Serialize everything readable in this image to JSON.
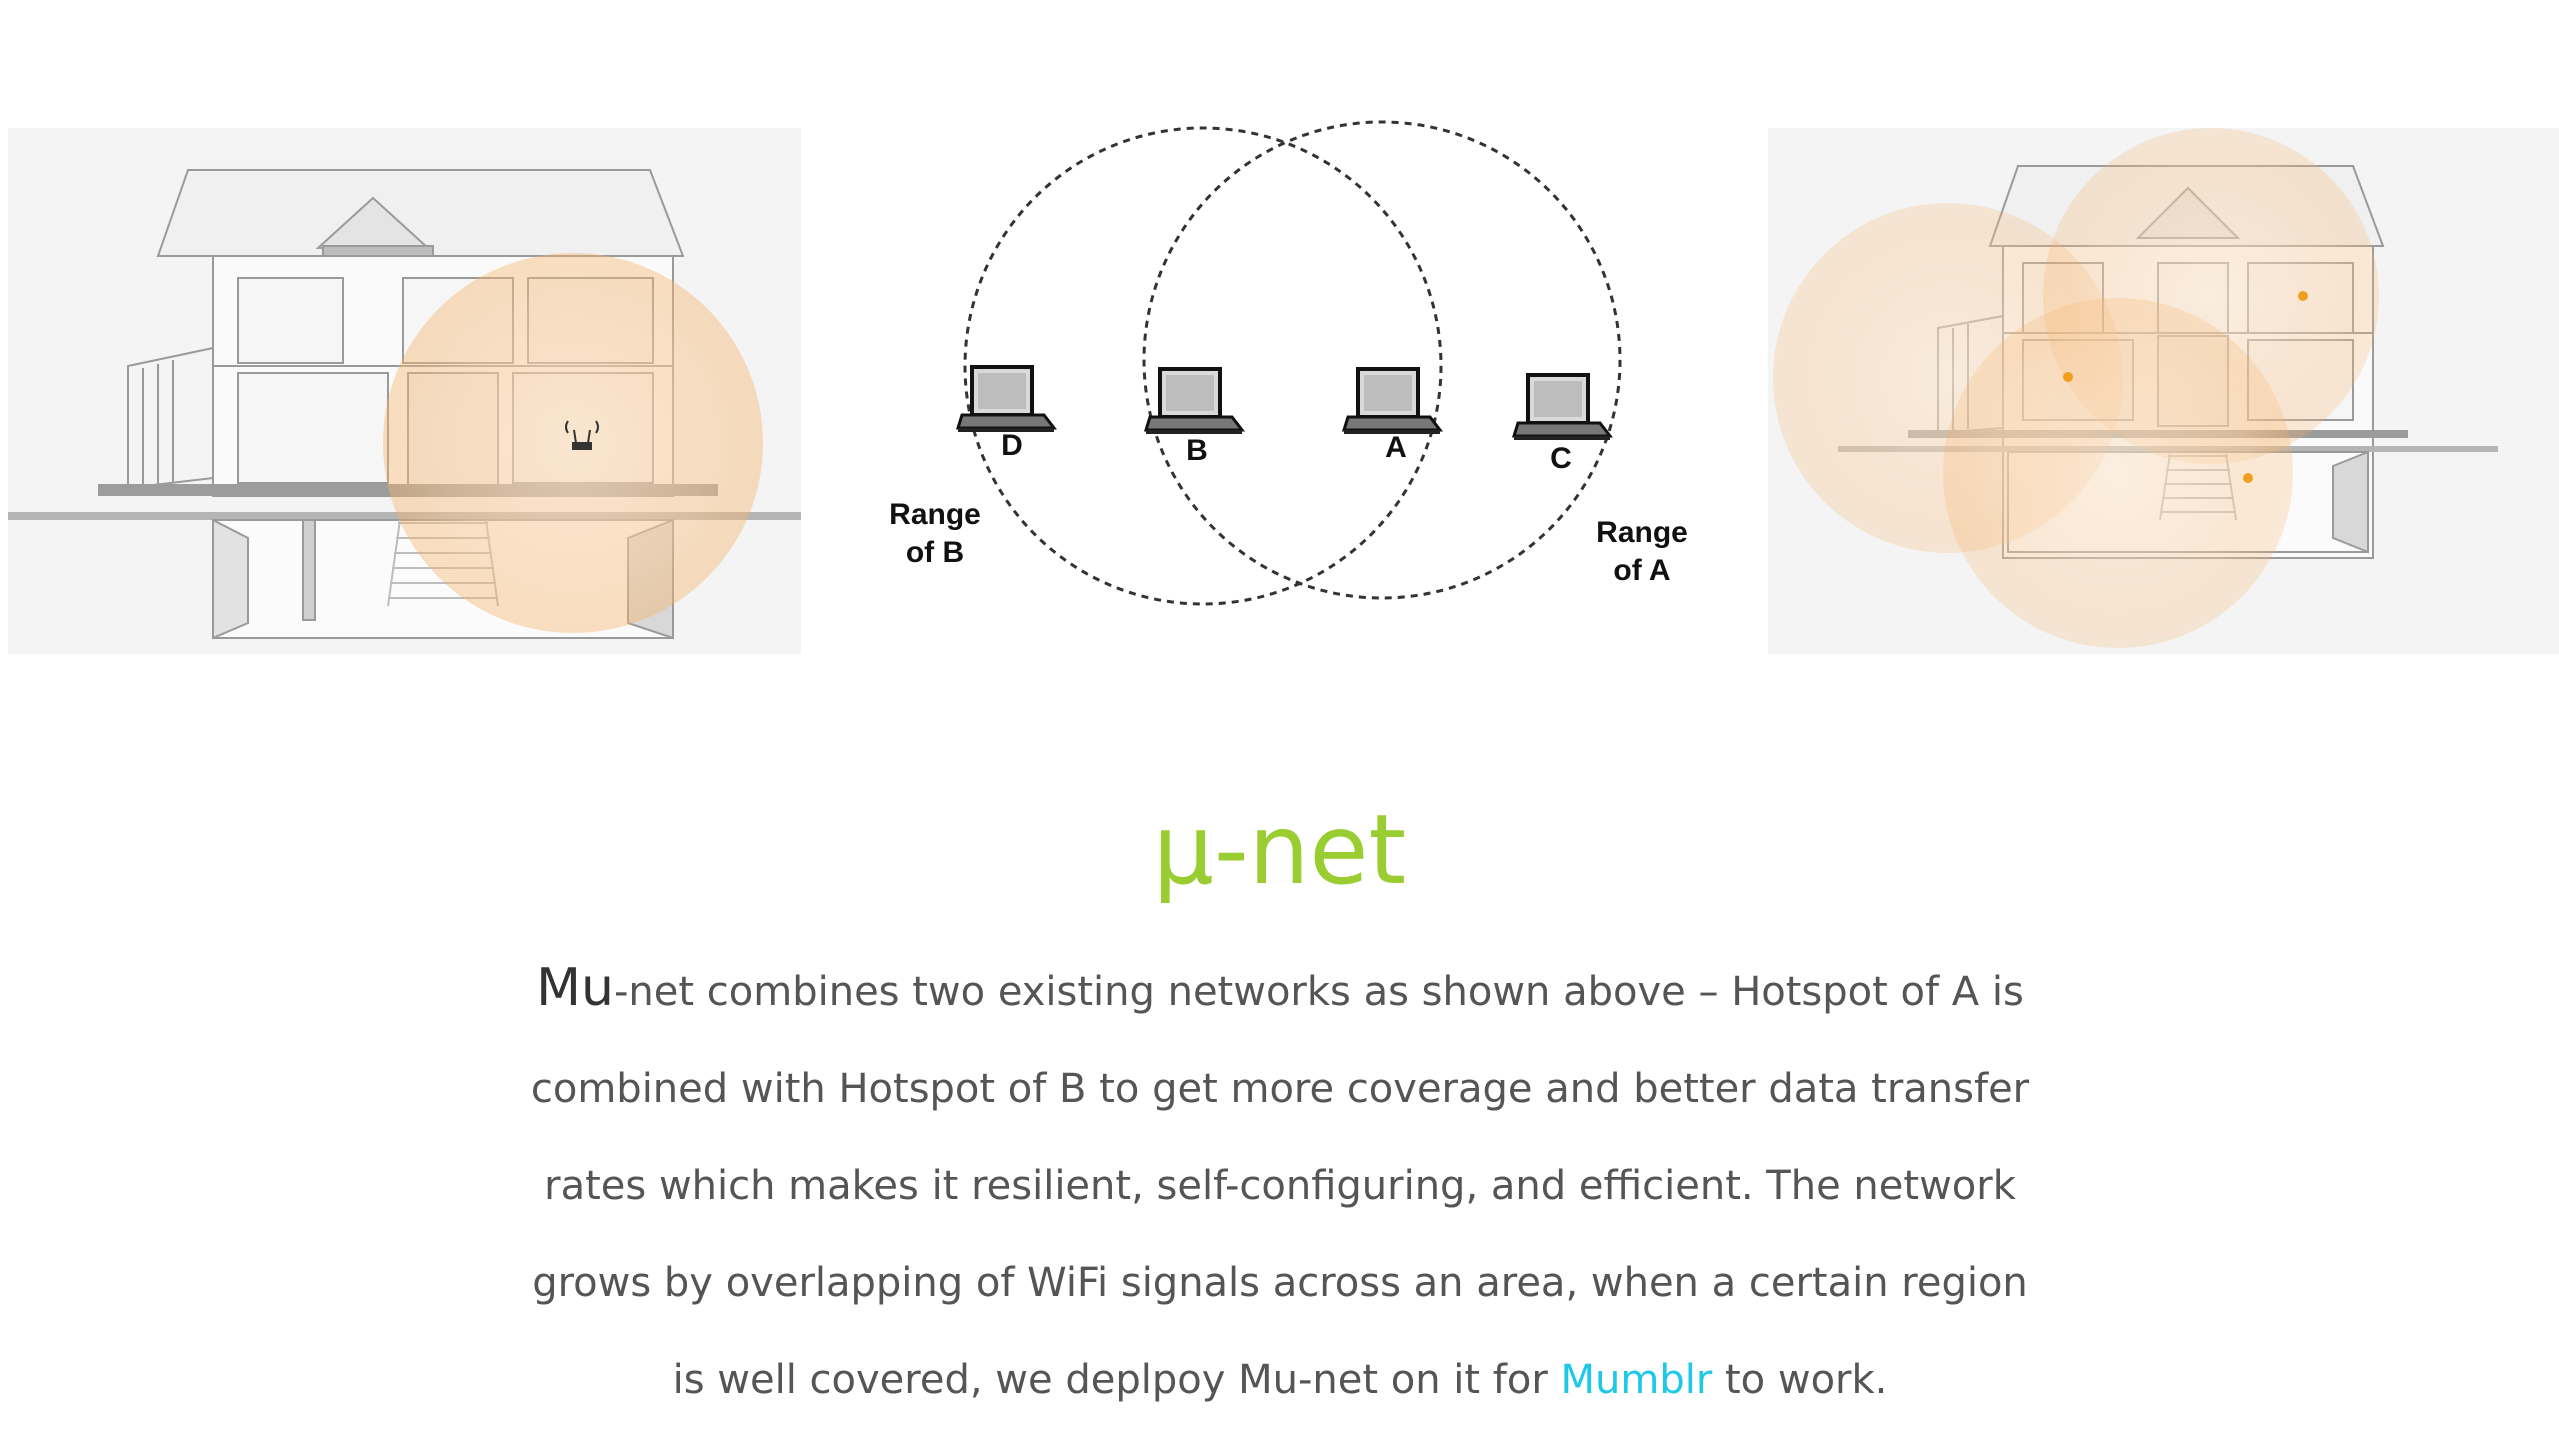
{
  "colors": {
    "title": "#9acd32",
    "body_text": "#555555",
    "link": "#1ec8e6",
    "coverage_glow": "#f5b36b",
    "node_dot": "#f0a020"
  },
  "icons": [
    "house-coverage-illustration",
    "laptop-icon",
    "router-icon"
  ],
  "diagram": {
    "nodes": [
      {
        "label": "D"
      },
      {
        "label": "B"
      },
      {
        "label": "A"
      },
      {
        "label": "C"
      }
    ],
    "ranges": [
      {
        "line1": "Range",
        "line2": "of B"
      },
      {
        "line1": "Range",
        "line2": "of A"
      }
    ]
  },
  "content": {
    "title": "µ-net",
    "lead_word": "Mu",
    "text_part1": "-net combines two existing networks as shown above – Hotspot of A is combined with Hotspot of B to get more coverage and better data transfer rates which makes it resilient, self-configuring, and efficient. The network grows by overlapping of WiFi signals across an area, when a certain region is well covered, we deplpoy Mu-net on it for ",
    "link_text": "Mumblr",
    "text_part2": " to work."
  }
}
